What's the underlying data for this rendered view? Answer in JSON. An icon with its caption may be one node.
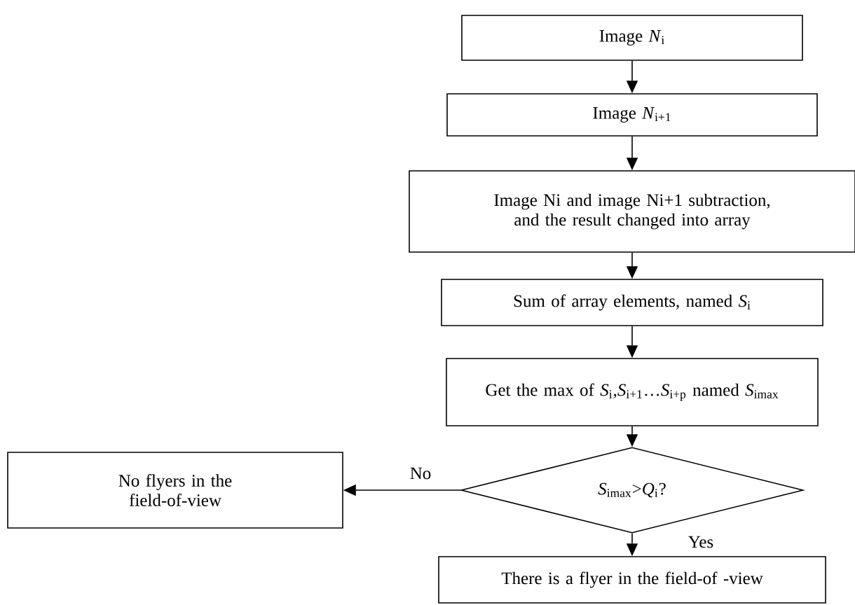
{
  "diagram": {
    "nodes": [
      {
        "text": [
          "Image *N*$_{i}$"
        ]
      },
      {
        "text": [
          "Image *N*$_{i+1}$"
        ]
      },
      {
        "text": [
          "Image Ni and image Ni+1 subtraction, and the result changed into array"
        ]
      },
      {
        "text": [
          "Sum of array elements, named *S*$_{i}$"
        ]
      },
      {
        "text": [
          "Get the max of *S*$_{i}$,*S*$_{i+1}$…*S*$_{i+p}$ named *S*$_{imax}$"
        ]
      },
      {
        "text": [
          "*S*$_{imax}$>*Q*$_{i}$?"
        ]
      },
      {
        "text": [
          "No flyers in the field-of-view"
        ]
      },
      {
        "text": [
          "There is a flyer in the field-of -view"
        ]
      }
    ],
    "edges": [
      {
        "from": 0,
        "to": 1,
        "arrow": "to"
      },
      {
        "from": 1,
        "to": 2,
        "arrow": "to"
      },
      {
        "from": 2,
        "to": 3,
        "arrow": "to"
      },
      {
        "from": 3,
        "to": 4,
        "arrow": "to"
      },
      {
        "from": 4,
        "to": 5,
        "arrow": "to"
      },
      {
        "from": 5,
        "to": 6,
        "arrow": "to",
        "label": "No"
      },
      {
        "from": 5,
        "to": 7,
        "arrow": "to",
        "label": "Yes"
      }
    ]
  }
}
